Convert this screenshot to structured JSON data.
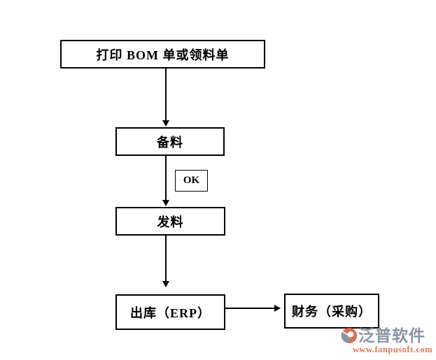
{
  "flowchart": {
    "background": "#ffffff",
    "box_border_color": "#000000",
    "text_color": "#000000",
    "nodes": [
      {
        "id": "print-bom",
        "label": "打印 BOM 单或领料单"
      },
      {
        "id": "prepare-material",
        "label": "备料"
      },
      {
        "id": "ok-flag",
        "label": "OK"
      },
      {
        "id": "issue-material",
        "label": "发料"
      },
      {
        "id": "stock-out-erp",
        "label": "出库（ERP）"
      },
      {
        "id": "finance-purchase",
        "label": "财务（采购）"
      }
    ],
    "edges": [
      {
        "from": "print-bom",
        "to": "prepare-material",
        "direction": "down"
      },
      {
        "from": "prepare-material",
        "to": "issue-material",
        "direction": "down",
        "condition": "OK"
      },
      {
        "from": "issue-material",
        "to": "stock-out-erp",
        "direction": "down"
      },
      {
        "from": "stock-out-erp",
        "to": "finance-purchase",
        "direction": "right"
      }
    ]
  },
  "watermark": {
    "icon": "fanpu-logo-icon",
    "brand": "泛普软件",
    "url": "www.fanpusoft.com",
    "brand_color": "#8b93a5",
    "url_color": "#de7a58",
    "icon_orange": "#dd6e4c",
    "icon_gray": "#8b93a5"
  }
}
